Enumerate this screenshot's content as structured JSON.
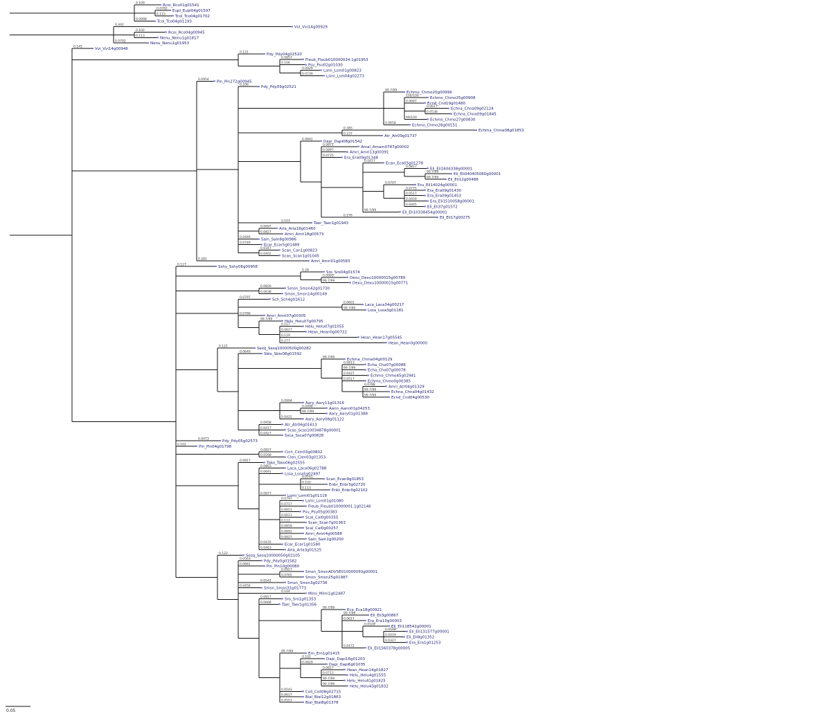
{
  "tree": {
    "rows": [
      {
        "depth": 6,
        "len": 0.45,
        "label": "Rcoi_Rco01g01541",
        "bl": "0.109"
      },
      {
        "depth": 7,
        "len": 0.25,
        "label": "Eupl_Eupl04g01597",
        "bl": "0.0782"
      },
      {
        "depth": 7,
        "len": 0.3,
        "label": "Tcol_Tco04g01702",
        "bl": "0.115"
      },
      {
        "depth": 6,
        "len": 0.35,
        "label": "Tcol_Tco04g01193",
        "bl": "0.0998"
      },
      {
        "depth": 5,
        "len": 3.2,
        "label": "Vvi_Vvi14g00929",
        "bl": "0.442"
      },
      {
        "depth": 6,
        "len": 0.55,
        "label": "Rcoi_Rco04g00945",
        "bl": "0.102"
      },
      {
        "depth": 6,
        "len": 0.4,
        "label": "Nenu_Nenu1g01817",
        "bl": "0.113"
      },
      {
        "depth": 5,
        "len": 0.6,
        "label": "Nenu_Nenu1g01953",
        "bl": "0.0792"
      },
      {
        "depth": 3,
        "len": 0.35,
        "label": "Vvi_Vvi14g00946",
        "bl": "0.145"
      },
      {
        "depth": 11,
        "len": 0.45,
        "label": "Pdy_Pdy04g02520",
        "bl": "0.121"
      },
      {
        "depth": 13,
        "len": 0.4,
        "label": "Fleub_Fleub010000034.1g01953",
        "bl": "0.0857"
      },
      {
        "depth": 13,
        "len": 0.45,
        "label": "Psu_Psu02g01030",
        "bl": "0.106"
      },
      {
        "depth": 14,
        "len": 0.35,
        "label": "Lsmi_Lsm01g00823",
        "bl": "0.0929"
      },
      {
        "depth": 14,
        "len": 0.4,
        "label": "Lsmi_Lsm04g02273",
        "bl": "0.0739"
      },
      {
        "depth": 9,
        "len": 0.3,
        "label": "Pin_Pin272g00945",
        "bl": "0.0954"
      },
      {
        "depth": 11,
        "len": 0.35,
        "label": "Pdy_Pdy09g02521",
        "bl": "0.106"
      },
      {
        "depth": 18,
        "len": 0.35,
        "label": "Echmo_Chmo20g00999",
        "bl": "99.7/99"
      },
      {
        "depth": 19,
        "len": 0.4,
        "label": "Echmo_Chmo25g00908",
        "bl": "100/100"
      },
      {
        "depth": 19,
        "len": 0.35,
        "label": "Ecnd_Cnd19g01480",
        "bl": "0.0697"
      },
      {
        "depth": 20,
        "len": 0.4,
        "label": "Echna_Chna09g02124",
        "bl": "0.0617"
      },
      {
        "depth": 20,
        "len": 0.45,
        "label": "Echna_Chna09g01845",
        "bl": "0.0538"
      },
      {
        "depth": 19,
        "len": 0.4,
        "label": "Echmo_Chmo27g00830",
        "bl": "99/100"
      },
      {
        "depth": 18,
        "len": 0.45,
        "label": "Echmo_Chmo28g00151",
        "bl": "0.0658"
      },
      {
        "depth": 16,
        "len": 2.4,
        "label": "Echma_Chma08g01853",
        "bl": "0.385"
      },
      {
        "depth": 16,
        "len": 0.7,
        "label": "Atr_Atr09g01737",
        "bl": "0.237"
      },
      {
        "depth": 14,
        "len": 0.35,
        "label": "Dapi_Dapi08g01542",
        "bl": "0.0842"
      },
      {
        "depth": 15,
        "len": 0.65,
        "label": "Amal_Amam0787g00002",
        "bl": "0.0871"
      },
      {
        "depth": 15,
        "len": 0.45,
        "label": "Amri_Amri13g00391",
        "bl": "0.0897"
      },
      {
        "depth": 15,
        "len": 0.35,
        "label": "Era_Era09g01348",
        "bl": "0.0725"
      },
      {
        "depth": 17,
        "len": 0.35,
        "label": "Ecan_Eca05g01278",
        "bl": "0.0417"
      },
      {
        "depth": 19,
        "len": 0.4,
        "label": "Eli_Eli1604338g00001",
        "bl": "0.0817"
      },
      {
        "depth": 20,
        "len": 0.45,
        "label": "Eli_Eli040405060g00001",
        "bl": "99.7/99"
      },
      {
        "depth": 20,
        "len": 0.35,
        "label": "Eli_Eli12g00488",
        "bl": "99.7/99"
      },
      {
        "depth": 18,
        "len": 0.55,
        "label": "Eru_Eli14024g00001",
        "bl": "0.0797"
      },
      {
        "depth": 19,
        "len": 0.35,
        "label": "Era_Era09g01430",
        "bl": "0.0775"
      },
      {
        "depth": 19,
        "len": 0.35,
        "label": "Era_Era09g01453",
        "bl": "0.0517"
      },
      {
        "depth": 19,
        "len": 0.4,
        "label": "Era_Eli1510058g00001",
        "bl": "0.0459"
      },
      {
        "depth": 19,
        "len": 0.35,
        "label": "Eli_Eli37g01572",
        "bl": "0.0405"
      },
      {
        "depth": 17,
        "len": 0.65,
        "label": "Eli_Eli10338454g00001",
        "bl": "99.7/99"
      },
      {
        "depth": 16,
        "len": 1.7,
        "label": "Eli_Eli17g00275",
        "bl": "0.276"
      },
      {
        "depth": 13,
        "len": 0.55,
        "label": "Taer_Taer1g01943",
        "bl": "0.103"
      },
      {
        "depth": 12,
        "len": 0.3,
        "label": "Arla_Arla18g01460",
        "bl": "0.0697"
      },
      {
        "depth": 12,
        "len": 0.4,
        "label": "Amri_Amri18g00573",
        "bl": "0.0827"
      },
      {
        "depth": 11,
        "len": 0.35,
        "label": "Sain_Sain8g00986",
        "bl": "0.0446"
      },
      {
        "depth": 11,
        "len": 0.4,
        "label": "Ecar_Ecar5g01489",
        "bl": "0.0749"
      },
      {
        "depth": 12,
        "len": 0.35,
        "label": "Scan_Can1g00823",
        "bl": "0.0347"
      },
      {
        "depth": 12,
        "len": 0.35,
        "label": "Scan_Scan1g01045",
        "bl": "0.0402"
      },
      {
        "depth": 9,
        "len": 2.0,
        "label": "Amri_Amri01g00583",
        "bl": "0.281"
      },
      {
        "depth": 8,
        "len": 0.7,
        "label": "Sshy_Sshy06g00958",
        "bl": "0.127"
      },
      {
        "depth": 14,
        "len": 0.4,
        "label": "Sro_Sro04g01574",
        "bl": "0.28"
      },
      {
        "depth": 15,
        "len": 0.45,
        "label": "Dexu_Dexu10000015g00789",
        "bl": "0.0995"
      },
      {
        "depth": 15,
        "len": 0.5,
        "label": "Dexu_Dexu10000015g00771",
        "bl": "99.7/99"
      },
      {
        "depth": 12,
        "len": 0.45,
        "label": "Smsn_Smsn42g01730",
        "bl": "0.0826"
      },
      {
        "depth": 12,
        "len": 0.4,
        "label": "Smsn_Smsn14g00149",
        "bl": "0.0638"
      },
      {
        "depth": 11,
        "len": 0.55,
        "label": "Sch_Sch4g01612",
        "bl": "0.0797"
      },
      {
        "depth": 16,
        "len": 0.35,
        "label": "Laca_Laca34g00217",
        "bl": "0.0601"
      },
      {
        "depth": 16,
        "len": 0.4,
        "label": "Lssa_Lssa3g01181",
        "bl": "99.7/99"
      },
      {
        "depth": 11,
        "len": 0.45,
        "label": "Amri_Amri07g00305",
        "bl": "0.0786"
      },
      {
        "depth": 12,
        "len": 0.4,
        "label": "Helu_Helu07g00795",
        "bl": "99.7/99"
      },
      {
        "depth": 13,
        "len": 0.4,
        "label": "Helu_Helu07g01055",
        "bl": "0.117"
      },
      {
        "depth": 13,
        "len": 0.45,
        "label": "Hean_Hean0g00722",
        "bl": "0.0617"
      },
      {
        "depth": 13,
        "len": 1.4,
        "label": "Hean_Hean17g05545",
        "bl": "0.119"
      },
      {
        "depth": 13,
        "len": 1.9,
        "label": "Hean_Hean0g00000",
        "bl": "0.277"
      },
      {
        "depth": 10,
        "len": 0.65,
        "label": "Sesq_Sesq10000500g00282",
        "bl": "0.121"
      },
      {
        "depth": 11,
        "len": 0.4,
        "label": "Sbio_Sbio08g01592",
        "bl": "0.0649"
      },
      {
        "depth": 15,
        "len": 0.4,
        "label": "Echma_Chma04g00129",
        "bl": "99.7/99"
      },
      {
        "depth": 16,
        "len": 0.4,
        "label": "Echa_Cha07g00088",
        "bl": "0.0813"
      },
      {
        "depth": 16,
        "len": 0.4,
        "label": "Echa_Cha07g00078",
        "bl": "99.7/99"
      },
      {
        "depth": 16,
        "len": 0.45,
        "label": "Echmo_Chmo45g02941",
        "bl": "0.0427"
      },
      {
        "depth": 16,
        "len": 0.4,
        "label": "Echmo_Chmo0g00385",
        "bl": "0.0517"
      },
      {
        "depth": 17,
        "len": 0.4,
        "label": "Amri_Atr04g01329",
        "bl": "0.0788"
      },
      {
        "depth": 17,
        "len": 0.45,
        "label": "Echna_Chna04g01432",
        "bl": "99.7/99"
      },
      {
        "depth": 17,
        "len": 0.45,
        "label": "Ecnd_Cnd04g00530",
        "bl": "99.7/99"
      },
      {
        "depth": 13,
        "len": 0.4,
        "label": "Aary_Aary11g01316",
        "bl": "0.0994"
      },
      {
        "depth": 14,
        "len": 0.45,
        "label": "Aann_Aann01g04253",
        "bl": "0.0498"
      },
      {
        "depth": 14,
        "len": 0.45,
        "label": "Aary_Aary01g01388",
        "bl": "99.7/99"
      },
      {
        "depth": 13,
        "len": 0.4,
        "label": "Aary_Aary08g01122",
        "bl": "0.0425"
      },
      {
        "depth": 12,
        "len": 0.4,
        "label": "Atr_Atr06g01613",
        "bl": "0.0958"
      },
      {
        "depth": 12,
        "len": 0.45,
        "label": "Scas_Scas10034878g00001",
        "bl": "0.0417"
      },
      {
        "depth": 12,
        "len": 0.4,
        "label": "Ssca_Ssca07g00828",
        "bl": "0.0427"
      },
      {
        "depth": 9,
        "len": 0.4,
        "label": "Pdy_Pdy05g02573",
        "bl": "0.0473"
      },
      {
        "depth": 8,
        "len": 0.35,
        "label": "Pin_Pin04g01798",
        "bl": "0.102"
      },
      {
        "depth": 12,
        "len": 0.4,
        "label": "Cich_Cich03g00802",
        "bl": "0.0827"
      },
      {
        "depth": 12,
        "len": 0.45,
        "label": "Cien_Cien03g01353",
        "bl": "0.0568"
      },
      {
        "depth": 11,
        "len": 0.45,
        "label": "Tako_Tako06g02555",
        "bl": "0.0917"
      },
      {
        "depth": 12,
        "len": 0.45,
        "label": "Laca_Laca06g02788",
        "bl": "0.0863"
      },
      {
        "depth": 12,
        "len": 0.4,
        "label": "Lssa_Lssa5g02497",
        "bl": "0.0691"
      },
      {
        "depth": 14,
        "len": 0.4,
        "label": "Scan_Ecan9g01853",
        "bl": "0.0741"
      },
      {
        "depth": 14,
        "len": 0.45,
        "label": "Enbr_Enbr3g02720",
        "bl": "0.102"
      },
      {
        "depth": 14,
        "len": 0.5,
        "label": "Enbi_Enbr0g02102",
        "bl": "0.113"
      },
      {
        "depth": 12,
        "len": 0.45,
        "label": "Lomi_Lomi01g01118",
        "bl": "0.0877"
      },
      {
        "depth": 13,
        "len": 0.4,
        "label": "Lsmi_Lsm01g01080",
        "bl": "0.0797"
      },
      {
        "depth": 13,
        "len": 0.45,
        "label": "Fleub_Fleub010000001.1g02146",
        "bl": "0.0717"
      },
      {
        "depth": 13,
        "len": 0.35,
        "label": "Psu_Psu05g00383",
        "bl": "0.0651"
      },
      {
        "depth": 13,
        "len": 0.4,
        "label": "Scal_Cal0g00355",
        "bl": "0.0611"
      },
      {
        "depth": 13,
        "len": 0.45,
        "label": "Scan_Scan7g01363",
        "bl": "0.112"
      },
      {
        "depth": 13,
        "len": 0.4,
        "label": "Scal_Cal0g00257",
        "bl": "0.0659"
      },
      {
        "depth": 13,
        "len": 0.4,
        "label": "Amri_Amri4g00588",
        "bl": "0.0691"
      },
      {
        "depth": 13,
        "len": 0.45,
        "label": "Sain_Sain1g00200",
        "bl": "0.0627"
      },
      {
        "depth": 12,
        "len": 0.4,
        "label": "Ecar_Ecar1g01580",
        "bl": "0.0435"
      },
      {
        "depth": 12,
        "len": 0.45,
        "label": "Arla_Arla3g01525",
        "bl": "0.0463"
      },
      {
        "depth": 10,
        "len": 0.45,
        "label": "Sesq_Sesq10000050g02105",
        "bl": "0.122"
      },
      {
        "depth": 11,
        "len": 0.4,
        "label": "Pdy_Pdy0g01582",
        "bl": "0.0563"
      },
      {
        "depth": 11,
        "len": 0.45,
        "label": "Pin_Pin10g00080",
        "bl": "0.0661"
      },
      {
        "depth": 13,
        "len": 0.4,
        "label": "Smsn_SmsnADVSE010000050g00001",
        "bl": "0.0917"
      },
      {
        "depth": 13,
        "len": 0.4,
        "label": "Smsn_Smsn25g01987",
        "bl": "0.0765"
      },
      {
        "depth": 12,
        "len": 0.45,
        "label": "Smsn_Smsn3g02736",
        "bl": "0.0542"
      },
      {
        "depth": 11,
        "len": 0.4,
        "label": "Smsn_Smsn31g01773",
        "bl": "0.0456"
      },
      {
        "depth": 13,
        "len": 0.45,
        "label": "Mimi_Mimi1g02487",
        "bl": "0.104"
      },
      {
        "depth": 12,
        "len": 0.4,
        "label": "Sro_Sro1g01353",
        "bl": "0.0817"
      },
      {
        "depth": 12,
        "len": 0.35,
        "label": "Taer_Taer1g01356",
        "bl": "0.0668"
      },
      {
        "depth": 15,
        "len": 0.4,
        "label": "Eca_Eca18g00921",
        "bl": "99.7/99"
      },
      {
        "depth": 16,
        "len": 0.45,
        "label": "Eli_Eli3g00867",
        "bl": "99.7/99"
      },
      {
        "depth": 16,
        "len": 0.4,
        "label": "Era_Era10g00003",
        "bl": "0.0617"
      },
      {
        "depth": 17,
        "len": 0.45,
        "label": "Eli_Eli118542g00001",
        "bl": "0.0528"
      },
      {
        "depth": 18,
        "len": 0.4,
        "label": "Eli_Eli131577g00001",
        "bl": "0.0598"
      },
      {
        "depth": 18,
        "len": 0.35,
        "label": "Eli_Eli8g01352",
        "bl": "0.0419"
      },
      {
        "depth": 18,
        "len": 0.4,
        "label": "Era_Era1g01253",
        "bl": "0.0327"
      },
      {
        "depth": 16,
        "len": 0.4,
        "label": "Eli_Eli1560378g00005",
        "bl": "0.0472"
      },
      {
        "depth": 13,
        "len": 0.45,
        "label": "Ern_Ern1g01415",
        "bl": "99.7/99"
      },
      {
        "depth": 14,
        "len": 0.4,
        "label": "Dapi_Dapi16g01203",
        "bl": "0.102"
      },
      {
        "depth": 14,
        "len": 0.45,
        "label": "Dapi_Dapi6g01035",
        "bl": "0.0829"
      },
      {
        "depth": 15,
        "len": 0.4,
        "label": "Hean_Hean14g01827",
        "bl": "0.0817"
      },
      {
        "depth": 15,
        "len": 0.45,
        "label": "Helu_Helu4g01555",
        "bl": "0.0713"
      },
      {
        "depth": 15,
        "len": 0.4,
        "label": "Helu_Helu41g01825",
        "bl": "99.7/99"
      },
      {
        "depth": 15,
        "len": 0.45,
        "label": "Helu_Helu43g01832",
        "bl": "99.7/99"
      },
      {
        "depth": 13,
        "len": 0.4,
        "label": "Coll_Coll08g02715",
        "bl": "0.0543"
      },
      {
        "depth": 13,
        "len": 0.4,
        "label": "Bial_Bial12g01863",
        "bl": "0.0617"
      },
      {
        "depth": 13,
        "len": 0.4,
        "label": "Bial_Bial8g01378",
        "bl": "0.0553"
      }
    ],
    "scale_label": "0.05"
  },
  "colors": {
    "branch": "#111111",
    "label": "#1a1a6e",
    "marker": "#7a7adb"
  }
}
